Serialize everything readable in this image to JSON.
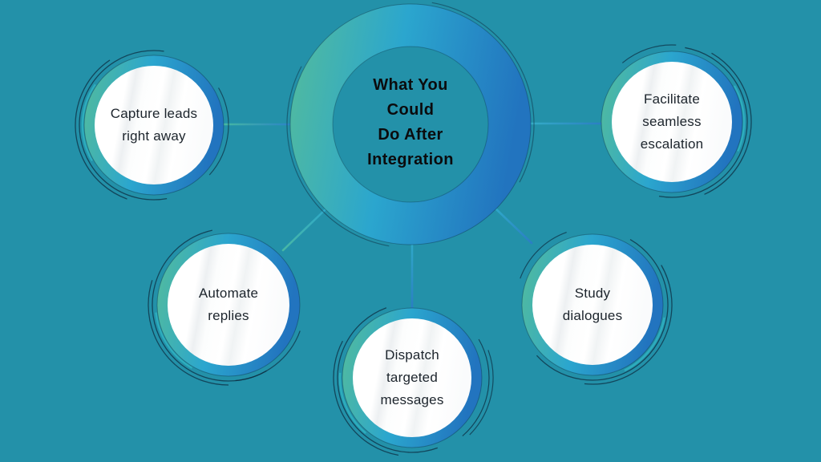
{
  "title": {
    "text": "What You\nCould\nDo After\nIntegration"
  },
  "nodes": [
    {
      "id": "capture-leads-right-away",
      "label": "Capture leads\nright away"
    },
    {
      "id": "facilitate-seamless-escalation",
      "label": "Facilitate\nseamless\nescalation"
    },
    {
      "id": "automate-replies",
      "label": "Automate\nreplies"
    },
    {
      "id": "dispatch-targeted-messages",
      "label": "Dispatch\ntargeted\nmessages"
    },
    {
      "id": "study-dialogues",
      "label": "Study\ndialogues"
    }
  ],
  "palette": {
    "background": "#2391A9",
    "ring_gradient_green": "#54BC9B",
    "ring_gradient_cyan": "#2BA6CE",
    "ring_gradient_blue": "#2274BF",
    "node_fill": "#FFFFFF",
    "title_text": "#0B0B0D",
    "node_text": "#1C242C",
    "connector_teal": "#3CB2B0",
    "connector_blue": "#2B7EC4",
    "accent_arc": "#2FB0BF",
    "outline_arc": "#0D2E42"
  }
}
